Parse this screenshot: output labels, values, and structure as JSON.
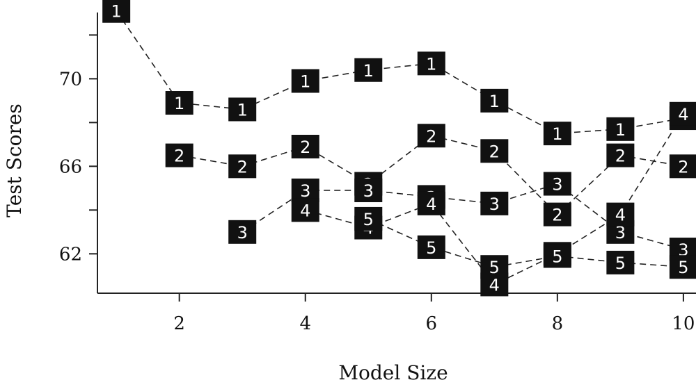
{
  "chart_data": {
    "type": "line",
    "title": "",
    "xlabel": "Model Size",
    "ylabel": "Test Scores",
    "xlim": [
      0.7,
      10.2
    ],
    "ylim": [
      60.2,
      73.6
    ],
    "xticks": [
      2,
      4,
      6,
      8,
      10
    ],
    "yticks": [
      62,
      66,
      70
    ],
    "yminor": [
      64,
      68,
      72
    ],
    "grid": false,
    "legend": "none",
    "marker_style": "numbered-box",
    "series": [
      {
        "label": "1",
        "x": [
          1,
          2,
          3,
          4,
          5,
          6,
          7,
          8,
          9,
          10
        ],
        "y": [
          73.1,
          68.9,
          68.6,
          69.9,
          70.4,
          70.7,
          69.0,
          67.5,
          67.7,
          68.2
        ]
      },
      {
        "label": "2",
        "x": [
          2,
          3,
          4,
          5,
          6,
          7,
          8,
          9,
          10
        ],
        "y": [
          66.5,
          66.0,
          66.9,
          65.2,
          67.4,
          66.7,
          63.8,
          66.5,
          66.0
        ]
      },
      {
        "label": "3",
        "x": [
          3,
          4,
          5,
          6,
          7,
          8,
          9,
          10
        ],
        "y": [
          63.0,
          64.9,
          64.9,
          64.6,
          64.3,
          65.2,
          63.0,
          62.2
        ]
      },
      {
        "label": "4",
        "x": [
          4,
          5,
          6,
          7,
          8,
          9,
          10
        ],
        "y": [
          64.0,
          63.2,
          64.3,
          60.6,
          62.0,
          63.8,
          68.4
        ]
      },
      {
        "label": "5",
        "x": [
          5,
          6,
          7,
          8,
          9,
          10
        ],
        "y": [
          63.6,
          62.3,
          61.4,
          61.9,
          61.6,
          61.4
        ]
      }
    ]
  }
}
